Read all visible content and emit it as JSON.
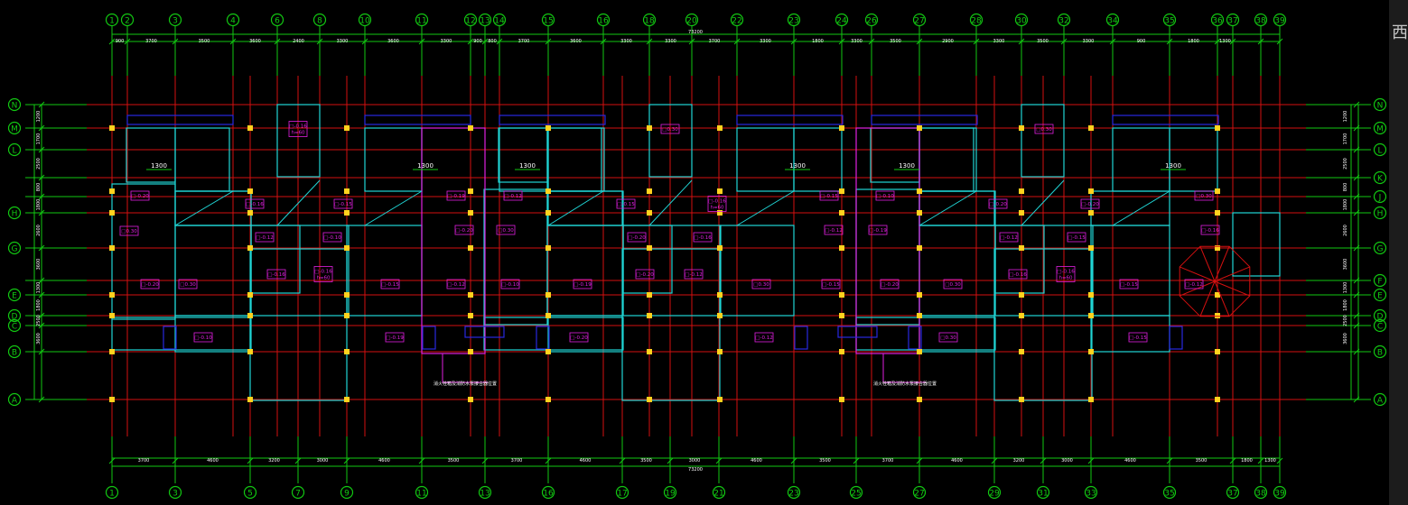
{
  "drawing": {
    "corner_label": "西",
    "total_length_label": "73200",
    "top_axes": [
      "1",
      "2",
      "3",
      "4",
      "6",
      "8",
      "10",
      "11",
      "12",
      "13",
      "14",
      "15",
      "16",
      "18",
      "20",
      "22",
      "23",
      "24",
      "26",
      "27",
      "28",
      "30",
      "32",
      "34",
      "35",
      "36",
      "37",
      "38",
      "39"
    ],
    "bottom_axes": [
      "1",
      "3",
      "5",
      "7",
      "9",
      "11",
      "13",
      "16",
      "17",
      "19",
      "21",
      "23",
      "25",
      "27",
      "29",
      "31",
      "33",
      "35",
      "37",
      "38",
      "39"
    ],
    "row_axes": [
      "N",
      "M",
      "L",
      "K",
      "J",
      "H",
      "G",
      "F",
      "E",
      "D",
      "C",
      "B",
      "A"
    ],
    "top_spans": [
      "900",
      "3700",
      "3500",
      "3600",
      "2400",
      "3300",
      "3600",
      "3300",
      "900",
      "800",
      "3700",
      "3600",
      "3300",
      "3300",
      "3700",
      "3300",
      "1800",
      "3300",
      "3500",
      "2900",
      "3300",
      "3500",
      "3300",
      "900",
      "1800",
      "1300"
    ],
    "bottom_spans": [
      "3700",
      "4600",
      "3200",
      "3000",
      "4600",
      "3500",
      "3700",
      "4600",
      "3500",
      "3000",
      "4600",
      "3500",
      "3700",
      "4600",
      "3200",
      "3000",
      "4600",
      "3500",
      "1800",
      "1300"
    ],
    "left_spans": [
      "1200",
      "1700",
      "2500",
      "800",
      "1800",
      "2600",
      "3600",
      "1300",
      "1800",
      "2500",
      "3600"
    ],
    "dim_1300": "1300",
    "room_tags": [
      "□-0.20",
      "□0.30",
      "□-0.16",
      "□-0.16\nh=60",
      "□-0.15",
      "□-0.12",
      "□-0.10",
      "□-0.19",
      "□-0.20",
      "□-0.12",
      "□0.30",
      "□-0.15"
    ],
    "notes": [
      "消火栓箱及消防水泵接合器位置",
      "消火栓箱及消防水泵接合器位置"
    ]
  }
}
